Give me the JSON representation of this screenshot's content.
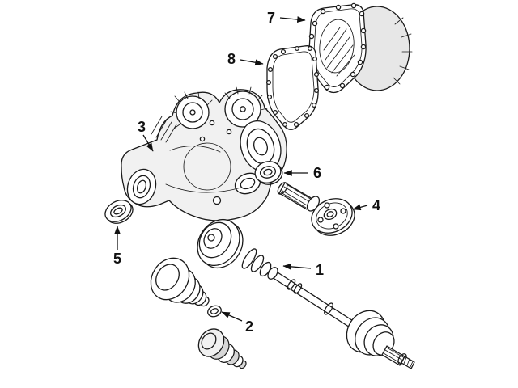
{
  "page": {
    "background": "#ffffff",
    "line_color": "#1a1a1a"
  },
  "diagram": {
    "type": "exploded-parts-diagram",
    "subject": "rear-differential-and-axle-shafts",
    "callouts": [
      {
        "label": "1",
        "part": "axle-shaft-assembly"
      },
      {
        "label": "2",
        "part": "cv-joint-boot-kit"
      },
      {
        "label": "3",
        "part": "differential-assembly"
      },
      {
        "label": "4",
        "part": "output-flange"
      },
      {
        "label": "5",
        "part": "axle-side-seal"
      },
      {
        "label": "6",
        "part": "flange-seal"
      },
      {
        "label": "7",
        "part": "differential-rear-cover"
      },
      {
        "label": "8",
        "part": "cover-gasket"
      }
    ]
  }
}
